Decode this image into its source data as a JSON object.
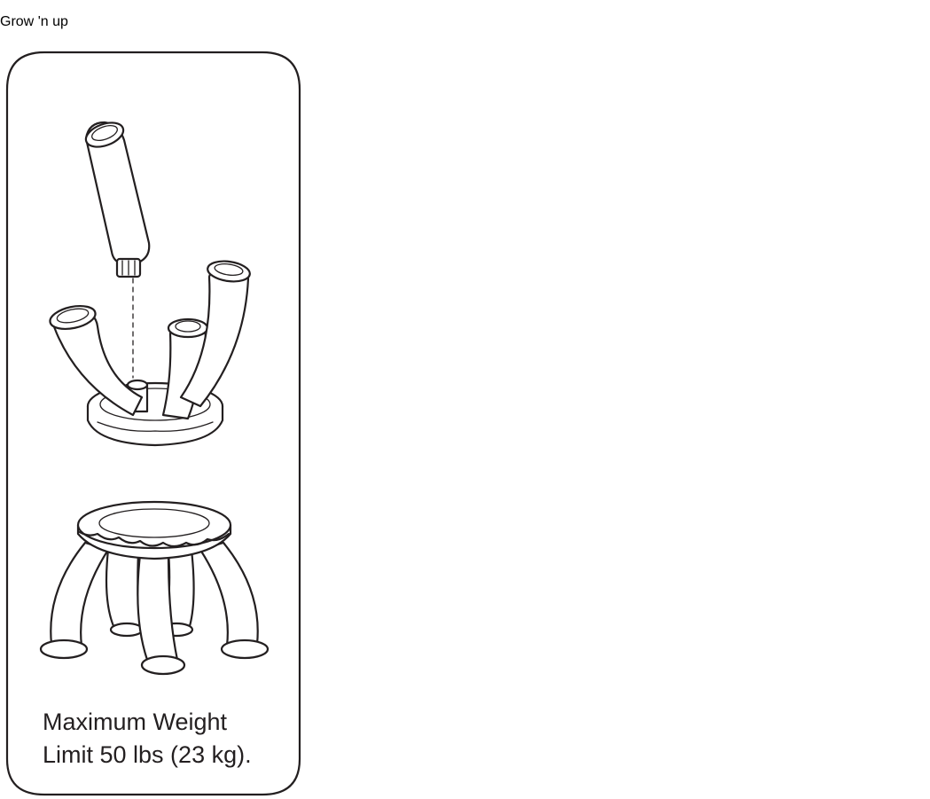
{
  "stool_panel": {
    "caption": {
      "line1": "Maximum Weight",
      "line2": "Limit 50 lbs (23 kg)."
    }
  },
  "playhouse": {
    "badge_text": "Grow'n up"
  },
  "colors": {
    "line": "#231f20",
    "highlight_fill": "#8e8e8e",
    "background": "#ffffff"
  }
}
